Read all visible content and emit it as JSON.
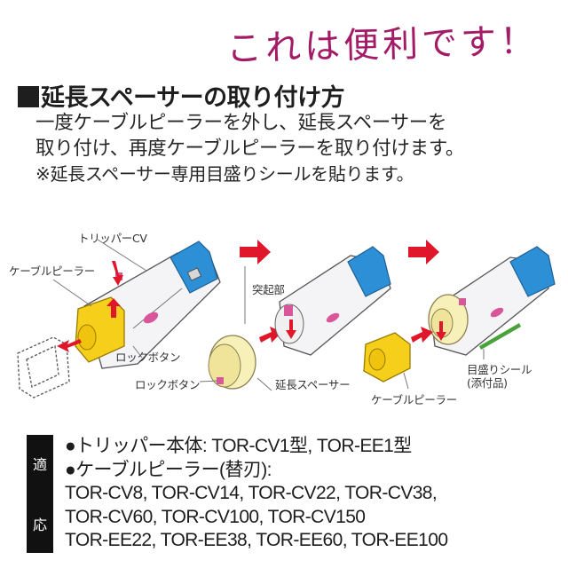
{
  "tagline": "これは便利です！",
  "heading": "延長スペーサーの取り付け方",
  "description": {
    "line1": "一度ケーブルピーラーを外し、延長スペーサーを",
    "line2": "取り付け、再度ケーブルピーラーを取り付けます。",
    "note": "※延長スペーサー専用目盛りシールを貼ります。"
  },
  "diagram": {
    "step1": {
      "label_tripper": "トリッパーCV",
      "label_peeler": "ケーブルピーラー",
      "label_lock": "ロックボタン"
    },
    "step2": {
      "label_protrusion": "突起部",
      "label_lock": "ロックボタン",
      "label_spacer": "延長スペーサー"
    },
    "step3": {
      "label_peeler": "ケーブルピーラー",
      "label_sticker_line1": "目盛りシール",
      "label_sticker_line2": "(添付品)"
    },
    "colors": {
      "arrow": "#e0172a",
      "body_blue": "#2d8fd6",
      "peeler_yellow": "#f5cf1a",
      "spacer_cream": "#f7f0b8",
      "lock_pink": "#d8579a",
      "sticker_green": "#4aa23c"
    }
  },
  "compatibility": {
    "badge_top": "適",
    "badge_bottom": "応",
    "lines": [
      "●トリッパー本体: TOR-CV1型, TOR-EE1型",
      "●ケーブルピーラー(替刃):",
      "TOR-CV8, TOR-CV14, TOR-CV22, TOR-CV38,",
      "TOR-CV60, TOR-CV100, TOR-CV150",
      "TOR-EE22, TOR-EE38, TOR-EE60, TOR-EE100"
    ]
  }
}
